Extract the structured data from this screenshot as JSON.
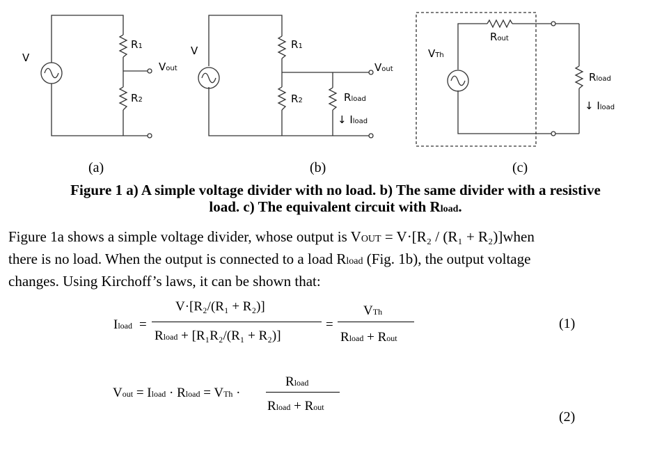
{
  "figure": {
    "labels": [
      "(a)",
      "(b)",
      "(c)"
    ],
    "circuit_a": {
      "source": "V",
      "r1": "R",
      "r1_sub": "1",
      "r2": "R",
      "r2_sub": "2",
      "vout": "V",
      "vout_sub": "out"
    },
    "circuit_b": {
      "source": "V",
      "r1": "R",
      "r1_sub": "1",
      "r2": "R",
      "r2_sub": "2",
      "vout": "V",
      "vout_sub": "out",
      "rload": "R",
      "rload_sub": "load",
      "iload": "↓ I",
      "iload_sub": "load"
    },
    "circuit_c": {
      "source": "V",
      "source_sub": "Th",
      "rout": "R",
      "rout_sub": "out",
      "rload": "R",
      "rload_sub": "load",
      "iload": "↓ I",
      "iload_sub": "load"
    },
    "caption_line1": "Figure 1  a) A simple voltage divider with no load. b) The same divider with a resistive",
    "caption_line2_pre": "load. c) The equivalent circuit with R",
    "caption_line2_sub": "load",
    "caption_line2_post": "."
  },
  "paragraph": {
    "line1_pre": "Figure 1a shows a simple voltage divider, whose output is  V",
    "line1_sub": "OUT",
    "line1_formula": " = V·[R₂ / (R₁ + R₂)]",
    "line1_post": "when",
    "line2_pre": "there is no load. When the output is connected  to a load R",
    "line2_sub": "load",
    "line2_post": " (Fig. 1b), the output voltage",
    "line3": "changes. Using Kirchoff’s laws, it can be shown that:"
  },
  "equation1": {
    "lhs": "I",
    "lhs_sub": "load",
    "eq_sign": "=",
    "num1": "V·[R₂/(R₁ + R₂)]",
    "den1_a": "R",
    "den1_sub": "load",
    "den1_b": " + [R₁R₂/(R₁ + R₂)]",
    "eq_sign2": "=",
    "num2": "V",
    "num2_sub": "Th",
    "den2_a": "R",
    "den2_sub": "load",
    "den2_b": " + R",
    "den2_sub2": "out",
    "number": "(1)"
  },
  "equation2": {
    "t1": "V",
    "t1_sub": "out",
    "t2": " = I",
    "t2_sub": "load",
    "t3": " · R",
    "t3_sub": "load",
    "t4": " = V",
    "t4_sub": "Th",
    "t5": " ·",
    "num": "R",
    "num_sub": "load",
    "den_a": "R",
    "den_sub": "load",
    "den_b": " + R",
    "den_sub2": "out",
    "number": "(2)"
  }
}
